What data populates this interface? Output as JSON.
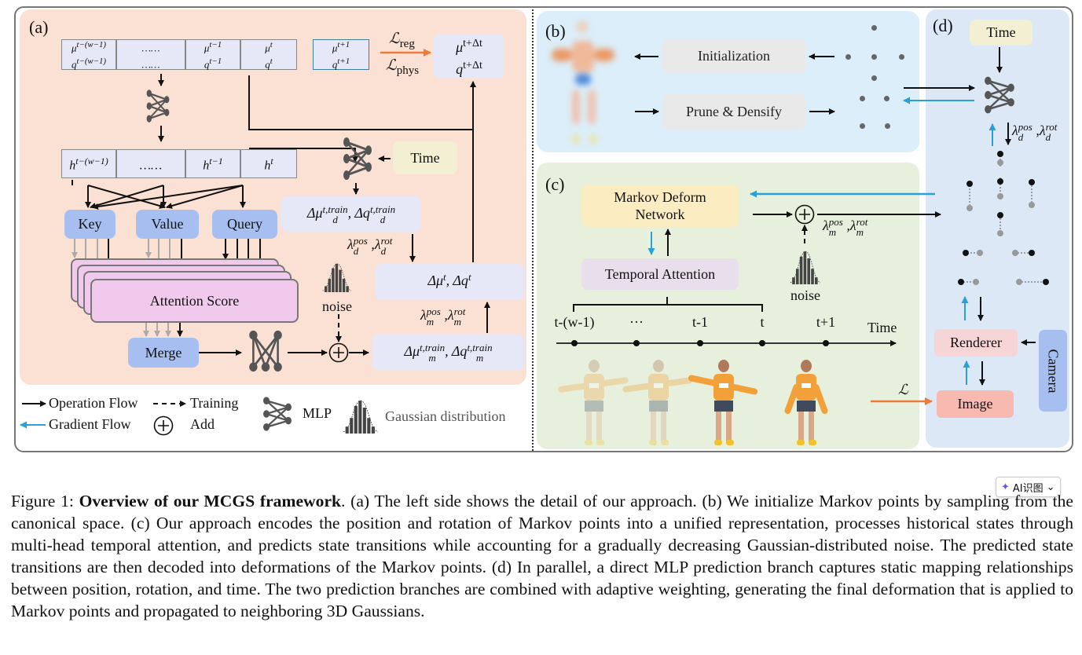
{
  "panels": {
    "a": "(a)",
    "b": "(b)",
    "c": "(c)",
    "d": "(d)"
  },
  "panel_a": {
    "seq_cells": [
      {
        "mu": "μ",
        "mu_sup": "t−(w−1)",
        "q": "q",
        "q_sup": "t−(w−1)"
      },
      {
        "mu": "……",
        "mu_sup": "",
        "q": "……",
        "q_sup": ""
      },
      {
        "mu": "μ",
        "mu_sup": "t−1",
        "q": "q",
        "q_sup": "t−1"
      },
      {
        "mu": "μ",
        "mu_sup": "t",
        "q": "q",
        "q_sup": "t"
      }
    ],
    "next_cell": {
      "mu": "μ",
      "mu_sup": "t+1",
      "q": "q",
      "q_sup": "t+1"
    },
    "loss_reg": {
      "base": "ℒ",
      "sub": "reg"
    },
    "loss_phys": {
      "base": "ℒ",
      "sub": "phys"
    },
    "result": {
      "mu": "μ",
      "mu_sup": "t+Δt",
      "q": "q",
      "q_sup": "t+Δt"
    },
    "h_cells": [
      {
        "base": "h",
        "sup": "t−(w−1)"
      },
      {
        "base": "……",
        "sup": ""
      },
      {
        "base": "h",
        "sup": "t−1"
      },
      {
        "base": "h",
        "sup": "t"
      }
    ],
    "time": "Time",
    "key": "Key",
    "value": "Value",
    "query": "Query",
    "attention_score": "Attention Score",
    "merge": "Merge",
    "noise": "noise",
    "delta_d": {
      "a": "Δμ",
      "sub1": "d",
      "sup1": "t,train",
      "sep": ", ",
      "b": "Δq",
      "sub2": "d",
      "sup2": "t,train"
    },
    "lambda_d": {
      "a": "λ",
      "sub1": "d",
      "sup1": "pos",
      "sep": " ,",
      "b": "λ",
      "sub2": "d",
      "sup2": "rot"
    },
    "delta_t": {
      "a": "Δμ",
      "sup1": "t",
      "sep": ", ",
      "b": "Δq",
      "sup2": "t"
    },
    "lambda_m": {
      "a": "λ",
      "sub1": "m",
      "sup1": "pos",
      "sep": " ,",
      "b": "λ",
      "sub2": "m",
      "sup2": "rot"
    },
    "delta_m": {
      "a": "Δμ",
      "sub1": "m",
      "sup1": "t,train",
      "sep": ", ",
      "b": "Δq",
      "sub2": "m",
      "sup2": "t,train"
    }
  },
  "legend": {
    "operation_flow": "Operation Flow",
    "training": "Training",
    "gradient_flow": "Gradient Flow",
    "add": "Add",
    "mlp": "MLP",
    "gaussian": "Gaussian distribution"
  },
  "panel_b": {
    "initialization": "Initialization",
    "prune_densify": "Prune & Densify"
  },
  "panel_c": {
    "markov_net": "Markov Deform Network",
    "temporal_attention": "Temporal Attention",
    "noise": "noise",
    "lambda_m": {
      "a": "λ",
      "sub1": "m",
      "sup1": "pos",
      "sep": " ,",
      "b": "λ",
      "sub2": "m",
      "sup2": "rot"
    },
    "ticks": [
      "t-(w-1)",
      "···",
      "t-1",
      "t",
      "t+1"
    ],
    "time_axis": "Time",
    "loss": "ℒ"
  },
  "panel_d": {
    "time": "Time",
    "lambda_d": {
      "a": "λ",
      "sub1": "d",
      "sup1": "pos",
      "sep": " ,",
      "b": "λ",
      "sub2": "d",
      "sup2": "rot"
    },
    "renderer": "Renderer",
    "image": "Image",
    "camera": "Camera"
  },
  "colors": {
    "operation": "#111111",
    "gradient": "#2aa0d8",
    "loss_arrow": "#ee7a3a",
    "panel_a": "#fbe1d4",
    "panel_b": "#dbeef9",
    "panel_c": "#e7f0dd",
    "panel_d": "#dde8f7"
  },
  "caption": {
    "prefix": "Figure 1: ",
    "bold": "Overview of our MCGS framework",
    "text": ". (a) The left side shows the detail of our approach. (b) We initialize Markov points by sampling from the canonical space. (c) Our approach encodes the position and rotation of Markov points into a unified representation, processes historical states through multi-head temporal attention, and predicts state transitions while accounting for a gradually decreasing Gaussian-distributed noise. The predicted state transitions are then decoded into deformations of the Markov points. (d) In parallel, a direct MLP prediction branch captures static mapping relationships between position, rotation, and time. The two prediction branches are combined with adaptive weighting, generating the final deformation that is applied to Markov points and propagated to neighboring 3D Gaussians."
  },
  "ai_badge": {
    "icon": "sparkle-icon",
    "label": "AI识图",
    "chevron": "⌄"
  }
}
